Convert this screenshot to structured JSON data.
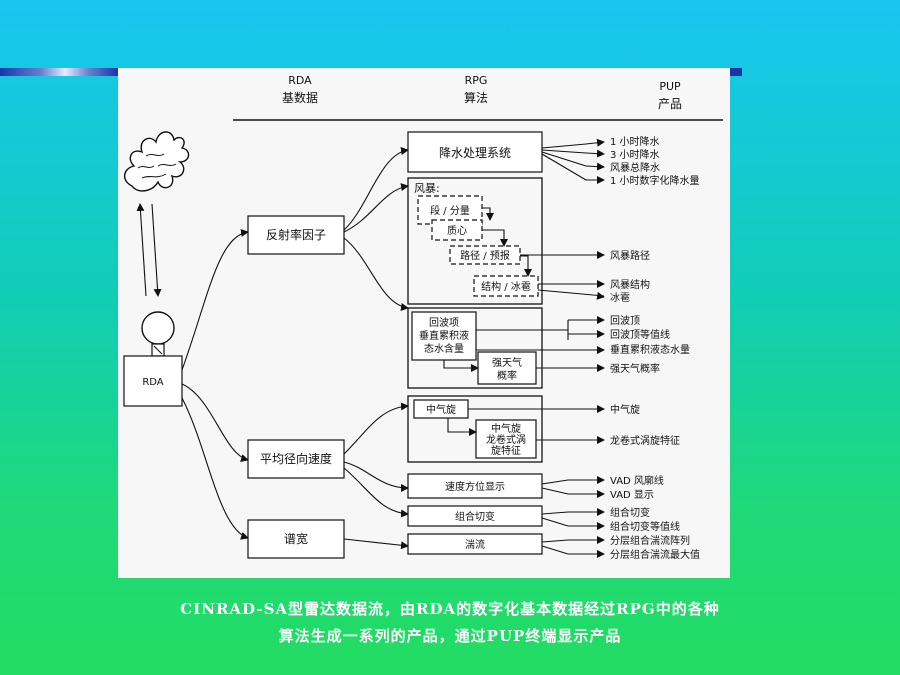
{
  "header": {
    "rda": [
      "RDA",
      "基数据"
    ],
    "rpg": [
      "RPG",
      "算法"
    ],
    "pup": [
      "PUP",
      "产品"
    ]
  },
  "rda_label": "RDA",
  "inputs": {
    "reflectivity": "反射率因子",
    "velocity": "平均径向速度",
    "spectrum_width": "谱宽"
  },
  "algorithms": {
    "precip": "降水处理系统",
    "storm_title": "风暴:",
    "storm_steps": [
      "段 / 分量",
      "质心",
      "路径 / 预报",
      "结构 / 冰雹"
    ],
    "echo": [
      "回波项",
      "垂直累积液",
      "态水含量"
    ],
    "severe": [
      "强天气",
      "概率"
    ],
    "meso": "中气旋",
    "tvs": [
      "中气旋",
      "龙卷式涡",
      "旋特征"
    ],
    "vad": "速度方位显示",
    "shear": "组合切变",
    "turb": "湍流"
  },
  "products": {
    "precip": [
      "1 小时降水",
      "3 小时降水",
      "风暴总降水",
      "1 小时数字化降水量"
    ],
    "storm_track": "风暴路径",
    "storm_structure": [
      "风暴结构",
      "冰雹"
    ],
    "echo": [
      "回波顶",
      "回波顶等值线",
      "垂直累积液态水量"
    ],
    "severe": "强天气概率",
    "meso": "中气旋",
    "tvs": "龙卷式涡旋特征",
    "vad": [
      "VAD 风廓线",
      "VAD 显示"
    ],
    "shear": [
      "组合切变",
      "组合切变等值线"
    ],
    "turb": [
      "分层组合湍流阵列",
      "分层组合湍流最大值"
    ]
  },
  "caption": [
    "CINRAD-SA型雷达数据流，由RDA的数字化基本数据经过RPG中的各种",
    "算法生成一系列的产品，通过PUP终端显示产品"
  ]
}
